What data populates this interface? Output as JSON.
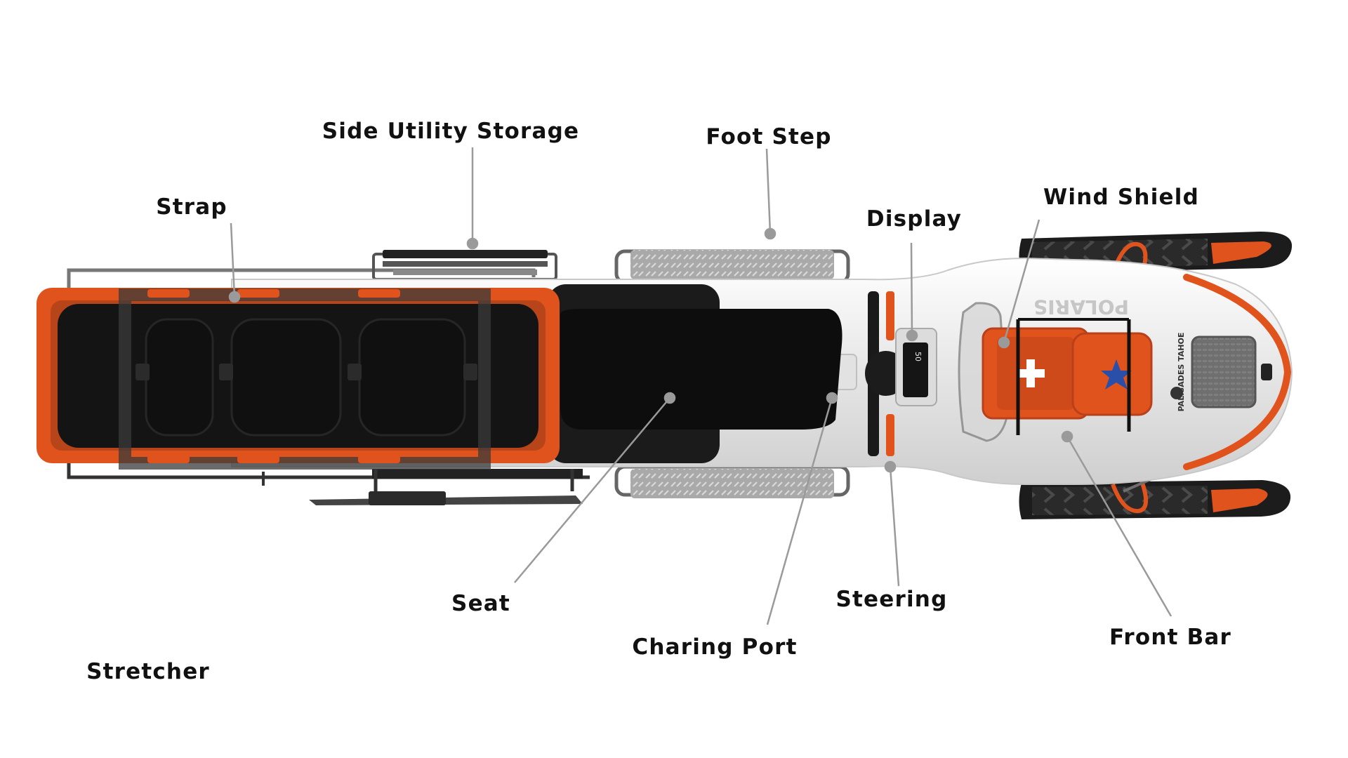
{
  "labels": {
    "side_utility_storage": "Side Utility Storage",
    "foot_step": "Foot Step",
    "strap": "Strap",
    "display": "Display",
    "wind_shield": "Wind Shield",
    "seat": "Seat",
    "charing_port": "Charing Port",
    "steering": "Steering",
    "front_bar": "Front Bar",
    "stretcher": "Stretcher"
  },
  "vehicle": {
    "brand_mark": "POLARIS",
    "sponsor_badge": "PALISADES TAHOE",
    "display_readout": "50"
  },
  "colors": {
    "accent_orange": "#e0531d",
    "body_white": "#eeeeee",
    "cushion_black": "#111111",
    "leader_line": "#9a9a9a",
    "label_text": "#111111"
  }
}
